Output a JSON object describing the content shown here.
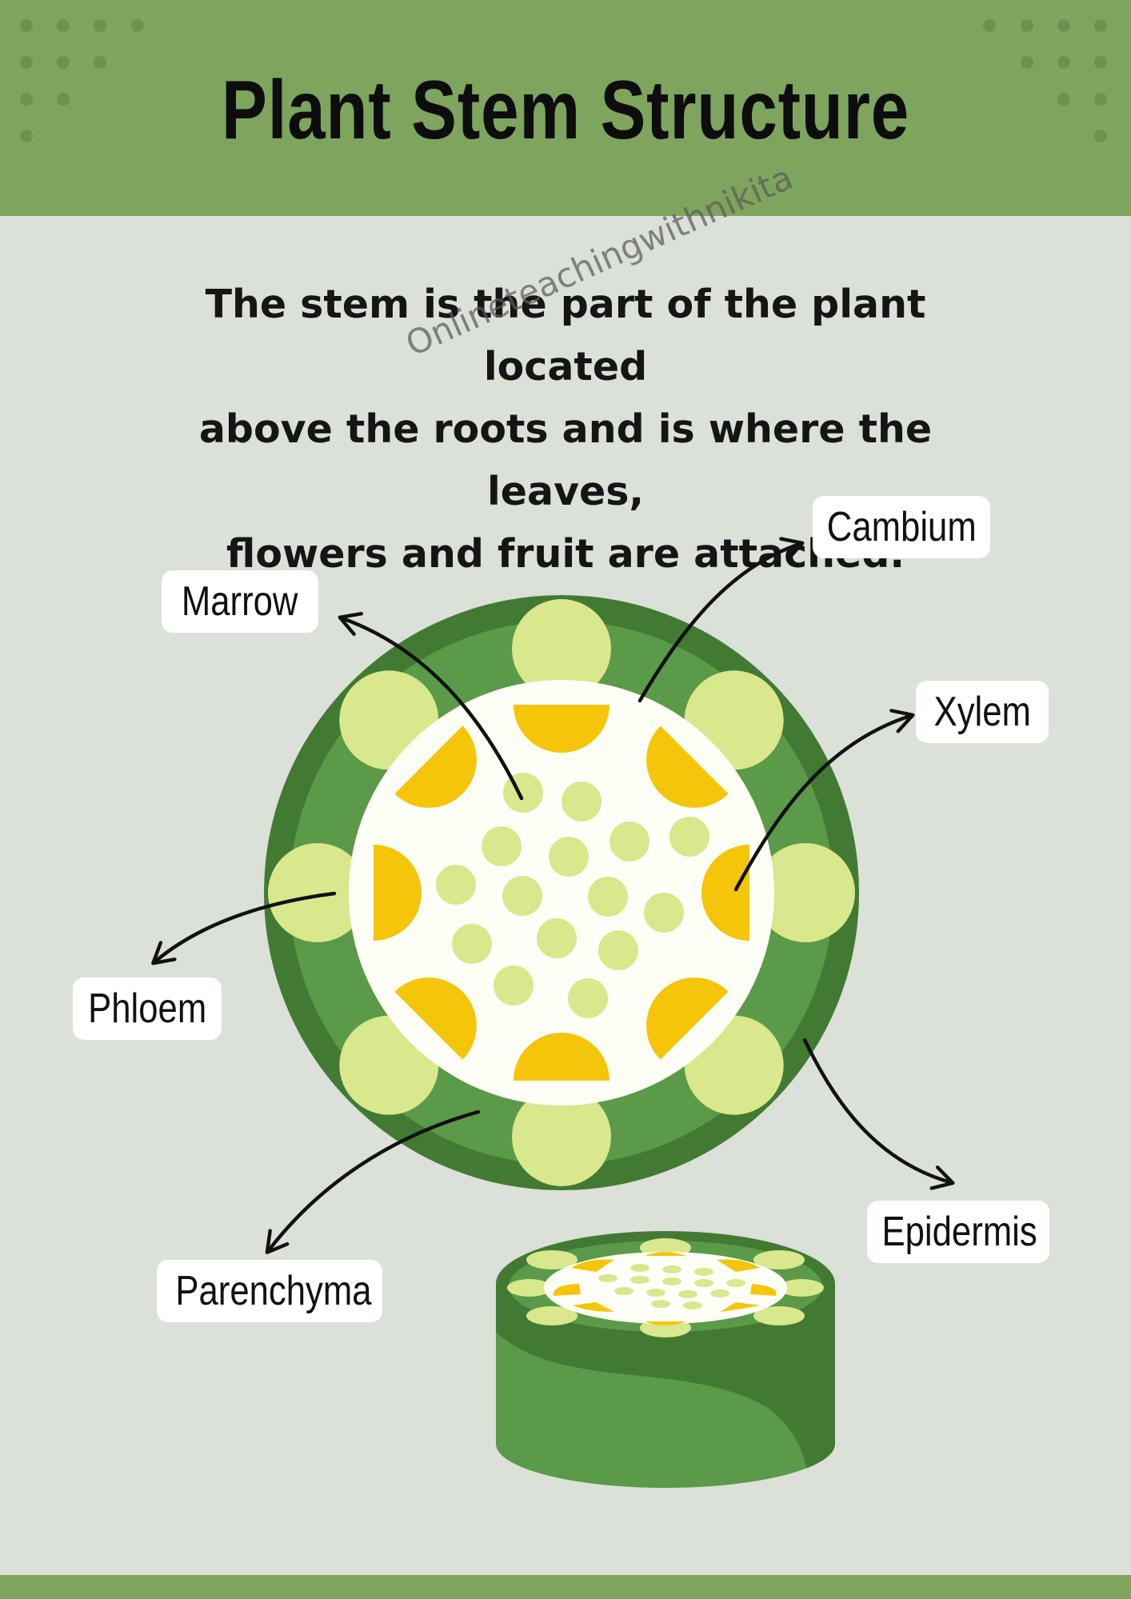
{
  "header": {
    "title": "Plant Stem Structure"
  },
  "intro": {
    "lines": [
      "The stem is the part of the plant located",
      "above the roots and is where the leaves,",
      "flowers and fruit are attached."
    ]
  },
  "watermark": "Onlineteachingwithnikita",
  "labels": {
    "cambium": "Cambium",
    "marrow": "Marrow",
    "xylem": "Xylem",
    "phloem": "Phloem",
    "epidermis": "Epidermis",
    "parenchyma": "Parenchyma"
  },
  "colors": {
    "header_green": "#7ea45e",
    "background": "#dbe0d8",
    "epidermis_dark": "#427a34",
    "cortex_green": "#5b9a48",
    "phloem_light": "#d9e78d",
    "xylem_yellow": "#f4c508",
    "pith_cream": "#fdfef5"
  }
}
